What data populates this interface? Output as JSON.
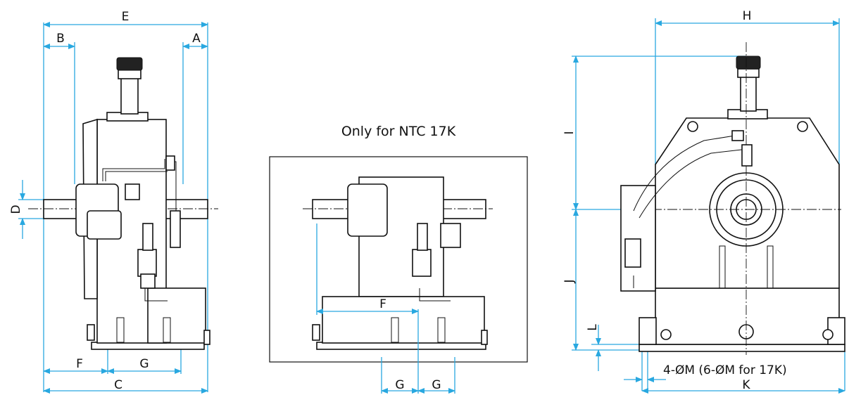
{
  "labels": {
    "E": "E",
    "A": "A",
    "B": "B",
    "D": "D",
    "F": "F",
    "G": "G",
    "C": "C",
    "inset_F": "F",
    "inset_G1": "G",
    "inset_G2": "G",
    "H": "H",
    "I": "I",
    "J": "J",
    "L": "L",
    "K": "K",
    "hole_note": "4-ØM (6-ØM for 17K)"
  },
  "inset": {
    "caption": "Only for NTC 17K"
  },
  "colors": {
    "dimension_line": "#29a8e0",
    "drawing_line": "#111111"
  }
}
